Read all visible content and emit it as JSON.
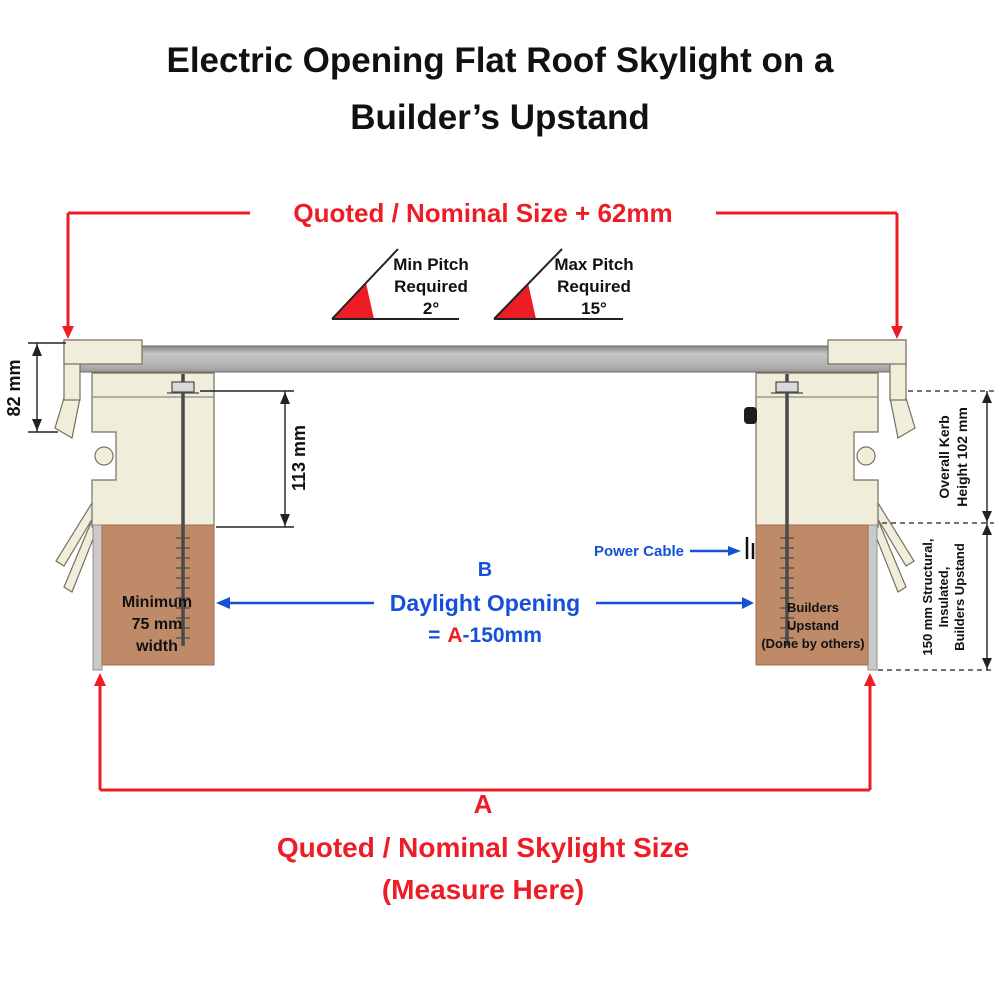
{
  "title": {
    "line1": "Electric Opening Flat Roof Skylight on a",
    "line2": "Builder’s Upstand"
  },
  "top_dimension": {
    "label": "Quoted / Nominal Size + 62mm"
  },
  "pitch": {
    "min": {
      "line1": "Min Pitch",
      "line2": "Required",
      "value": "2°"
    },
    "max": {
      "line1": "Max Pitch",
      "line2": "Required",
      "value": "15°"
    }
  },
  "left_dimensions": {
    "frame_height": "82 mm",
    "kerb_inner": "113 mm"
  },
  "right_dimensions": {
    "kerb": {
      "line1": "Overall Kerb",
      "line2": "Height 102 mm"
    },
    "upstand": {
      "line1": "150 mm Structural,",
      "line2": "Insulated,",
      "line3": "Builders Upstand"
    }
  },
  "upstands": {
    "left": {
      "line1": "Minimum",
      "line2": "75 mm",
      "line3": "width"
    },
    "right": {
      "line1": "Builders",
      "line2": "Upstand",
      "line3": "(Done by others)"
    }
  },
  "daylight": {
    "letter": "B",
    "label": "Daylight Opening",
    "eq_prefix": "=",
    "eq_a": "A",
    "eq_suffix": "-150mm"
  },
  "power_cable": {
    "label": "Power Cable"
  },
  "bottom_dimension": {
    "letter": "A",
    "line1": "Quoted / Nominal Skylight Size",
    "line2": "(Measure Here)"
  },
  "colors": {
    "red": "#ee1c25",
    "blue": "#1451d6",
    "upstand_brown": "#bf8a68",
    "frame_cream": "#f0edda",
    "glass_gray": "#b9b9b9"
  }
}
